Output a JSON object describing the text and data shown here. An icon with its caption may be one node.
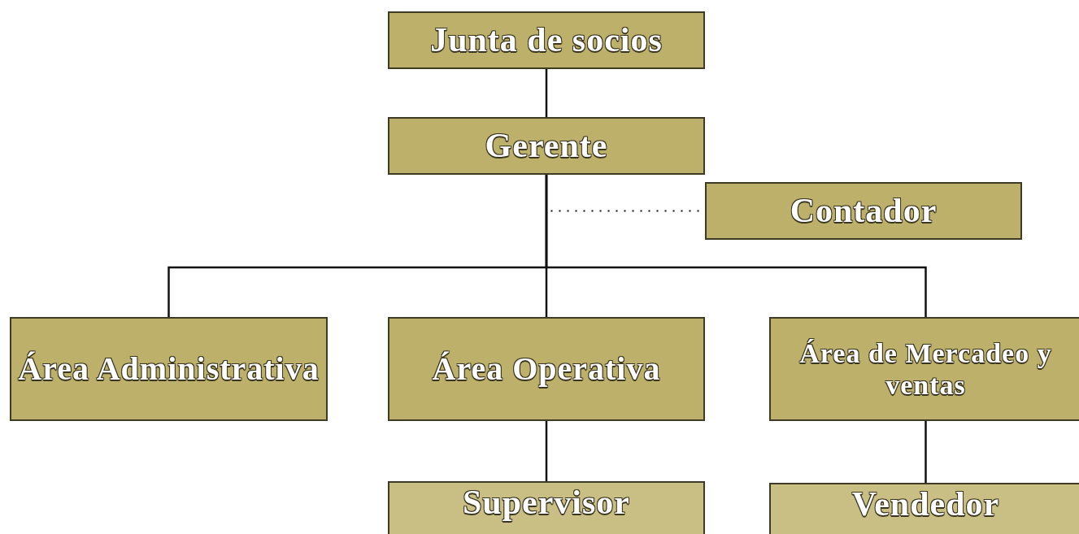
{
  "diagram": {
    "nodes": [
      {
        "text": [
          "Junta de socios"
        ]
      },
      {
        "text": [
          "Gerente"
        ]
      },
      {
        "text": [
          "Contador"
        ]
      },
      {
        "text": [
          "Área Administrativa"
        ]
      },
      {
        "text": [
          "Área Operativa"
        ]
      },
      {
        "text": [
          "Área de Mercadeo y ventas"
        ]
      },
      {
        "text": [
          "Supervisor"
        ]
      },
      {
        "text": [
          "Vendedor"
        ]
      }
    ],
    "edges": [
      {
        "from": 0,
        "to": 1,
        "arrow": "none"
      },
      {
        "from": 1,
        "to": 2,
        "arrow": "none",
        "style": "dashed"
      },
      {
        "from": 1,
        "to": 3,
        "arrow": "none"
      },
      {
        "from": 1,
        "to": 4,
        "arrow": "none"
      },
      {
        "from": 1,
        "to": 5,
        "arrow": "none"
      },
      {
        "from": 4,
        "to": 6,
        "arrow": "none"
      },
      {
        "from": 5,
        "to": 7,
        "arrow": "none"
      }
    ]
  }
}
